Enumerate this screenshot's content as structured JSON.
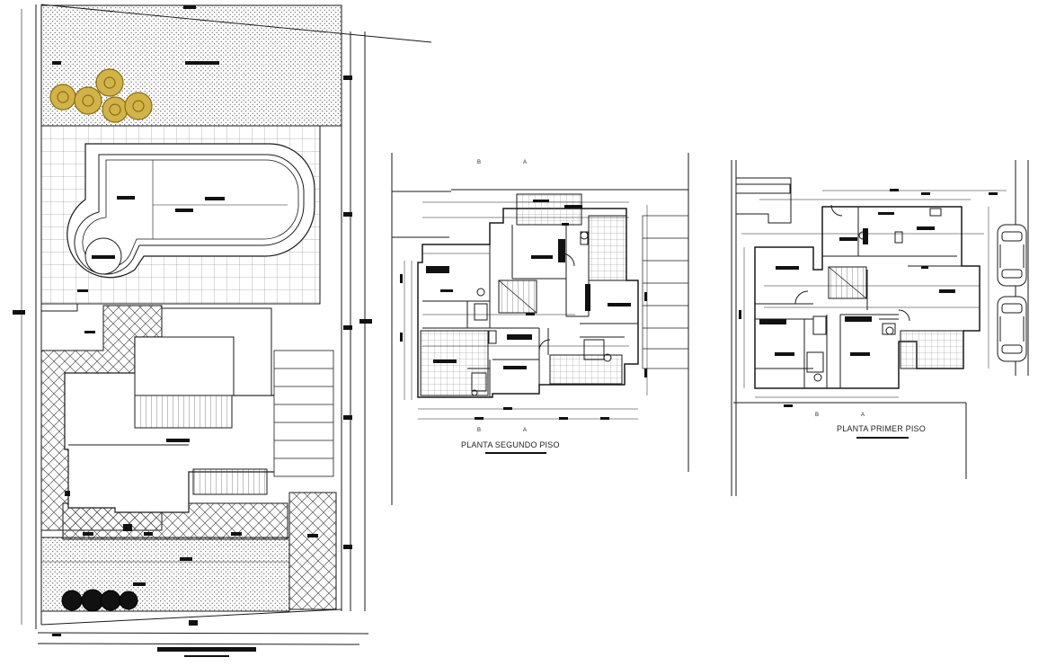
{
  "drawing": {
    "plans": [
      {
        "id": "second-floor",
        "title": "PLANTA SEGUNDO PISO",
        "section_marks": [
          "B",
          "A"
        ]
      },
      {
        "id": "first-floor",
        "title": "PLANTA PRIMER PISO",
        "section_marks": [
          "B",
          "A"
        ]
      }
    ],
    "site_plan": {
      "id": "site-plan"
    },
    "colors": {
      "line": "#1a1a1a",
      "hatch": "#555555",
      "tree_gold": "#b08a1a",
      "tree_dark": "#111111",
      "pool_water": "#ffffff"
    }
  }
}
